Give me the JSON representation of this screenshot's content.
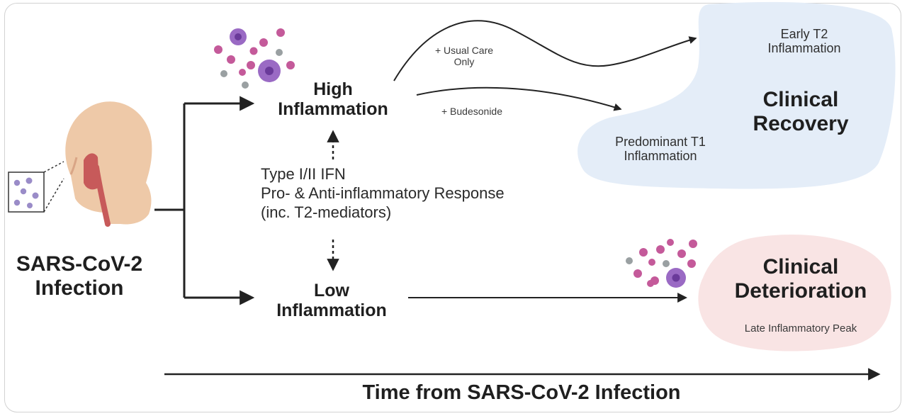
{
  "infection": {
    "line1": "SARS-CoV-2",
    "line2": "Infection"
  },
  "high_inflammation": {
    "line1": "High",
    "line2": "Inflammation"
  },
  "low_inflammation": {
    "line1": "Low",
    "line2": "Inflammation"
  },
  "mechanism": {
    "line1": "Type I/II IFN",
    "line2": "Pro- & Anti-inflammatory Response",
    "line3": "(inc. T2-mediators)"
  },
  "usual_care": {
    "line1": "+ Usual Care",
    "line2": "Only"
  },
  "budesonide": "+ Budesonide",
  "recovery": {
    "title_line1": "Clinical",
    "title_line2": "Recovery",
    "early_t2_line1": "Early T2",
    "early_t2_line2": "Inflammation",
    "t1_line1": "Predominant T1",
    "t1_line2": "Inflammation"
  },
  "deterioration": {
    "title_line1": "Clinical",
    "title_line2": "Deterioration",
    "subtitle": "Late Inflammatory Peak"
  },
  "time_axis_label": "Time from SARS-CoV-2 Infection",
  "colors": {
    "recovery_blob": "#e4edf8",
    "deterioration_blob": "#f9e4e4",
    "virus_purple": "#9a6ac4",
    "virus_magenta": "#c45a9a",
    "virus_grey": "#9aa0a2",
    "skin": "#eec9a8",
    "airway": "#c75a5a",
    "arrow": "#222222"
  }
}
